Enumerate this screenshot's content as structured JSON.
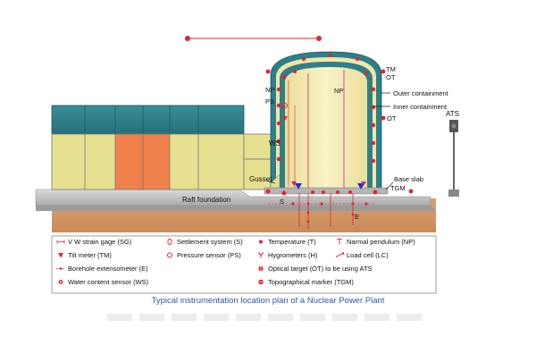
{
  "labels": {
    "tm_top": "TM",
    "ot_top": "OT",
    "np_left": "NP",
    "np_center": "NP",
    "ps": "PS",
    "outer_containment": "Outer containment",
    "inner_containment": "Inner containment",
    "ot_right": "OT",
    "ats": "ATS",
    "ws": "WS",
    "gusset": "Gusset",
    "base_slab": "Base slab",
    "tgm": "TGM",
    "raft_foundation": "Raft foundation",
    "s": "S",
    "e": "E"
  },
  "legend": [
    {
      "symbol": "sg",
      "label": "V W strain gage (SG)"
    },
    {
      "symbol": "s",
      "label": "Settlement system (S)"
    },
    {
      "symbol": "t",
      "label": "Temperature (T)"
    },
    {
      "symbol": "np",
      "label": "Narmal pendulum (NP)"
    },
    {
      "symbol": "tm",
      "label": "Tilt meter (TM)"
    },
    {
      "symbol": "ps",
      "label": "Pressure sensor (PS)"
    },
    {
      "symbol": "h",
      "label": "Hygrometers (H)"
    },
    {
      "symbol": "lc",
      "label": "Load cell (LC)"
    },
    {
      "symbol": "e",
      "label": "Borehole extensometer (E)"
    },
    {
      "symbol": "ot",
      "label": "Optical target (OT) to be using ATS"
    },
    {
      "symbol": "ws",
      "label": "Water content sensor (WS)"
    },
    {
      "symbol": "tgm",
      "label": "Topographical marker (TGM)"
    }
  ],
  "caption": "Typical instrumentation location plan of a Nuclear Power Plant",
  "colors": {
    "ground": "#d9a070",
    "raft": "#c8c8c8",
    "roof": "#2f7f8a",
    "wall": "#e6e090",
    "orange": "#f0804a",
    "containment_outer": "#2f7f8a",
    "containment_inner": "#f3ecb0",
    "instrument_red": "#e8222a",
    "caption": "#2a5aa8"
  }
}
